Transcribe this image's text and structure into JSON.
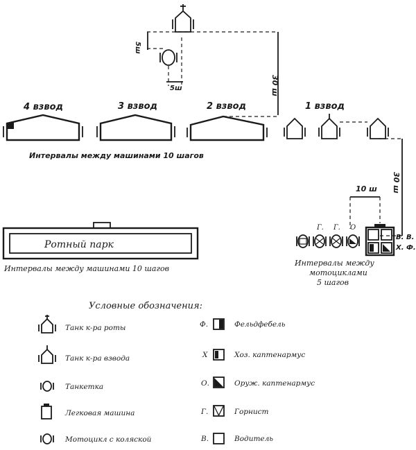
{
  "platoons": {
    "p4": "4 взвод",
    "p3": "3 взвод",
    "p2": "2 взвод",
    "p1": "1 взвод"
  },
  "intervals_top": "Интервалы между машинами 10 шагов",
  "intervals_bottom": "Интервалы между машинами 10 шагов",
  "company_park": "Ротный парк",
  "moto_intervals": [
    "Интервалы между",
    "мотоциклами",
    "5 шагов"
  ],
  "distances": {
    "d5_vertical": "5ш",
    "d5_horizontal": "5ш",
    "d30_top": "30 ш",
    "d30_right": "30 ш",
    "d10": "10 ш"
  },
  "moto_tags": [
    "Г.",
    "Г.",
    "О"
  ],
  "staff_tags": {
    "v": "В.",
    "v2": "В.",
    "kh": "Х.",
    "f": "Ф."
  },
  "legend": {
    "title": "Условные обозначения:",
    "left": [
      {
        "icon": "company-commander-tank-icon",
        "label": "Танк к-ра роты"
      },
      {
        "icon": "platoon-commander-tank-icon",
        "label": "Танк к-ра взвода"
      },
      {
        "icon": "tankette-icon",
        "label": "Танкетка"
      },
      {
        "icon": "car-icon",
        "label": "Легковая машина"
      },
      {
        "icon": "motorcycle-sidecar-icon",
        "label": "Мотоцикл с коляской"
      }
    ],
    "right": [
      {
        "key": "Ф.",
        "icon": "sergeant-major-icon",
        "label": "Фельдфебель"
      },
      {
        "key": "Х",
        "icon": "quartermaster-icon",
        "label": "Хоз. каптенармус"
      },
      {
        "key": "О.",
        "icon": "armorer-icon",
        "label": "Оруж. каптенармус"
      },
      {
        "key": "Г.",
        "icon": "bugler-icon",
        "label": "Горнист"
      },
      {
        "key": "В.",
        "icon": "driver-icon",
        "label": "Водитель"
      }
    ]
  }
}
